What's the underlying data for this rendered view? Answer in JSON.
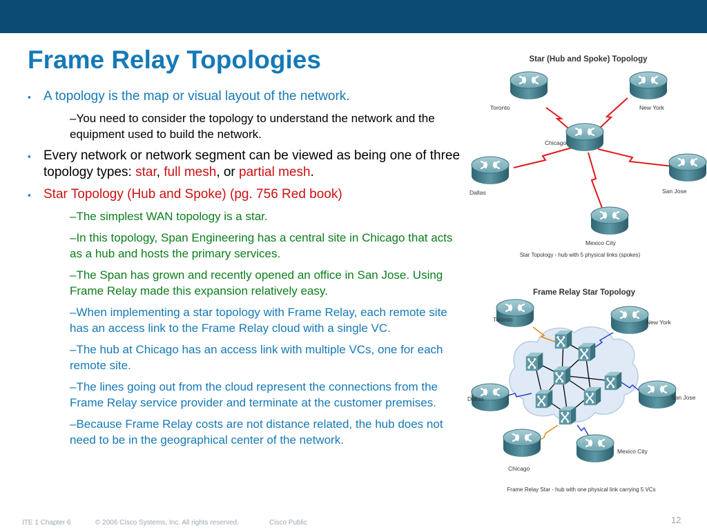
{
  "slide": {
    "title": "Frame Relay Topologies",
    "page_number": "12",
    "colors": {
      "header_bar": "#0b4a72",
      "title": "#1579b6",
      "red_text": "#cc1010",
      "green_text": "#0b7e1b"
    }
  },
  "bullets": {
    "b1": "A topology is the map or visual layout of the network.",
    "b1_sub1": "–You need to consider the topology to understand the network and the equipment used to build the network.",
    "b2_prefix": "Every network or network segment can be viewed as being one of three topology types: ",
    "b2_star": "star",
    "b2_sep1": ", ",
    "b2_fullmesh": "full mesh",
    "b2_sep2": ", or ",
    "b2_partialmesh": "partial mesh",
    "b2_end": ".",
    "b3": "Star Topology (Hub and Spoke) (pg. 756 Red book)",
    "b3_sub1": "–The simplest WAN topology is a star.",
    "b3_sub2": "–In this topology, Span Engineering has a central site in Chicago that acts as a hub and hosts the primary services.",
    "b3_sub3": "–The Span has grown and recently opened an office in San Jose. Using Frame Relay made this expansion relatively easy.",
    "b3_sub4": "–When implementing a star topology with Frame Relay, each remote site has an access link to the Frame Relay cloud with a single VC.",
    "b3_sub5": "–The hub at Chicago has an access link with multiple VCs, one for each remote site.",
    "b3_sub6": "–The lines going out from the cloud represent the connections from the Frame Relay service provider and terminate at the customer premises.",
    "b3_sub7": "–Because Frame Relay costs are not distance related, the hub does not need to be in the geographical center of the network."
  },
  "figure1": {
    "title": "Star (Hub and Spoke) Topology",
    "caption": "Star Topology - hub with 5 physical links (spokes)",
    "labels": {
      "toronto": "Toronto",
      "new_york": "New York",
      "chicago": "Chicago",
      "dallas": "Dallas",
      "san_jose": "San Jose",
      "mexico_city": "Mexico City"
    }
  },
  "figure2": {
    "title": "Frame Relay Star Topology",
    "caption": "Frame Relay Star - hub with one physical link carrying 5 VCs",
    "labels": {
      "toronto": "Toronto",
      "new_york": "New York",
      "dallas": "Dallas",
      "san_jose": "San Jose",
      "mexico_city": "Mexico City",
      "chicago": "Chicago"
    }
  },
  "footer": {
    "course": "ITE 1 Chapter 6",
    "copyright": "© 2006 Cisco Systems, Inc. All rights reserved.",
    "classification": "Cisco Public"
  }
}
